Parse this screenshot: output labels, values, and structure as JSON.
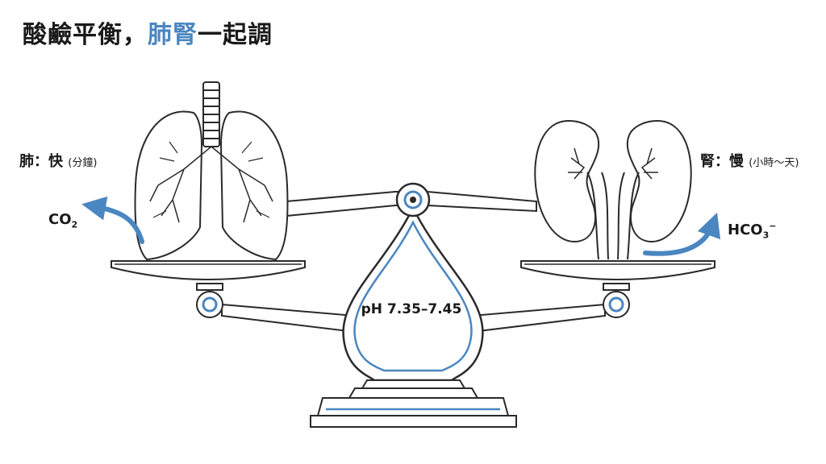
{
  "title": {
    "part1": "酸鹼平衡，",
    "accent": "肺腎",
    "part2": "一起調"
  },
  "lungs": {
    "label": "肺：快",
    "note": "(分鐘)",
    "gas": "CO",
    "gas_sub": "2"
  },
  "kidneys": {
    "label": "腎：慢",
    "note": "(小時～天)",
    "gas": "HCO",
    "gas_sub": "3",
    "gas_sup": "−"
  },
  "ph_range": "pH 7.35–7.45",
  "colors": {
    "accent": "#4a86c0",
    "line": "#2a2a2a"
  }
}
